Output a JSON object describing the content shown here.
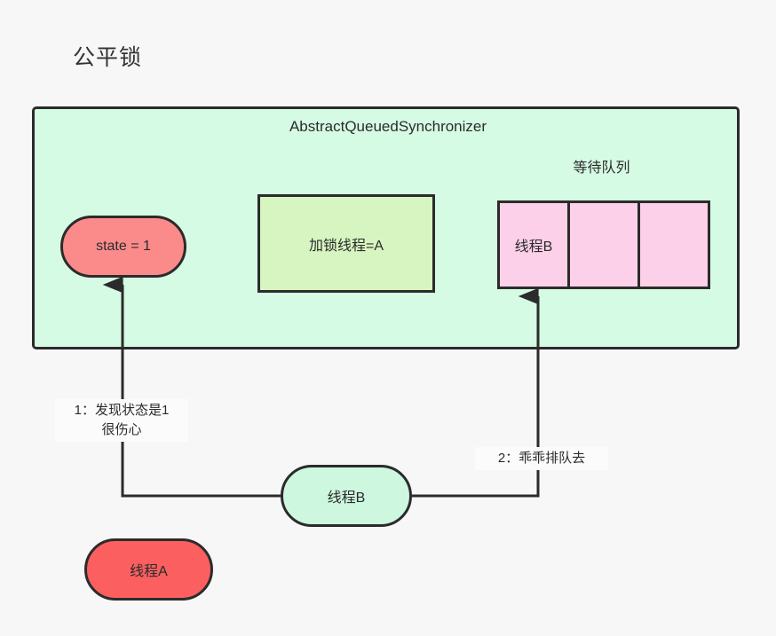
{
  "page": {
    "title": "公平锁",
    "background_color": "#f7f7f7"
  },
  "container": {
    "label": "AbstractQueuedSynchronizer",
    "fill_color": "#d6fbe4",
    "stroke_color": "#2b2b2b"
  },
  "queue": {
    "title": "等待队列",
    "fill_color": "#fbd0e8",
    "cells": [
      {
        "label": "线程B"
      },
      {
        "label": ""
      },
      {
        "label": ""
      }
    ]
  },
  "nodes": {
    "state": {
      "label": "state = 1",
      "fill_color": "#fb8b8b"
    },
    "lock_owner": {
      "label": "加锁线程=A",
      "fill_color": "#d6f5c0"
    },
    "thread_b": {
      "label": "线程B",
      "fill_color": "#cdf7df"
    },
    "thread_a": {
      "label": "线程A",
      "fill_color": "#fb5f5f"
    }
  },
  "edges": {
    "edge1": {
      "line1": "1：发现状态是1",
      "line2": "很伤心"
    },
    "edge2": {
      "line1": "2：乖乖排队去"
    }
  }
}
